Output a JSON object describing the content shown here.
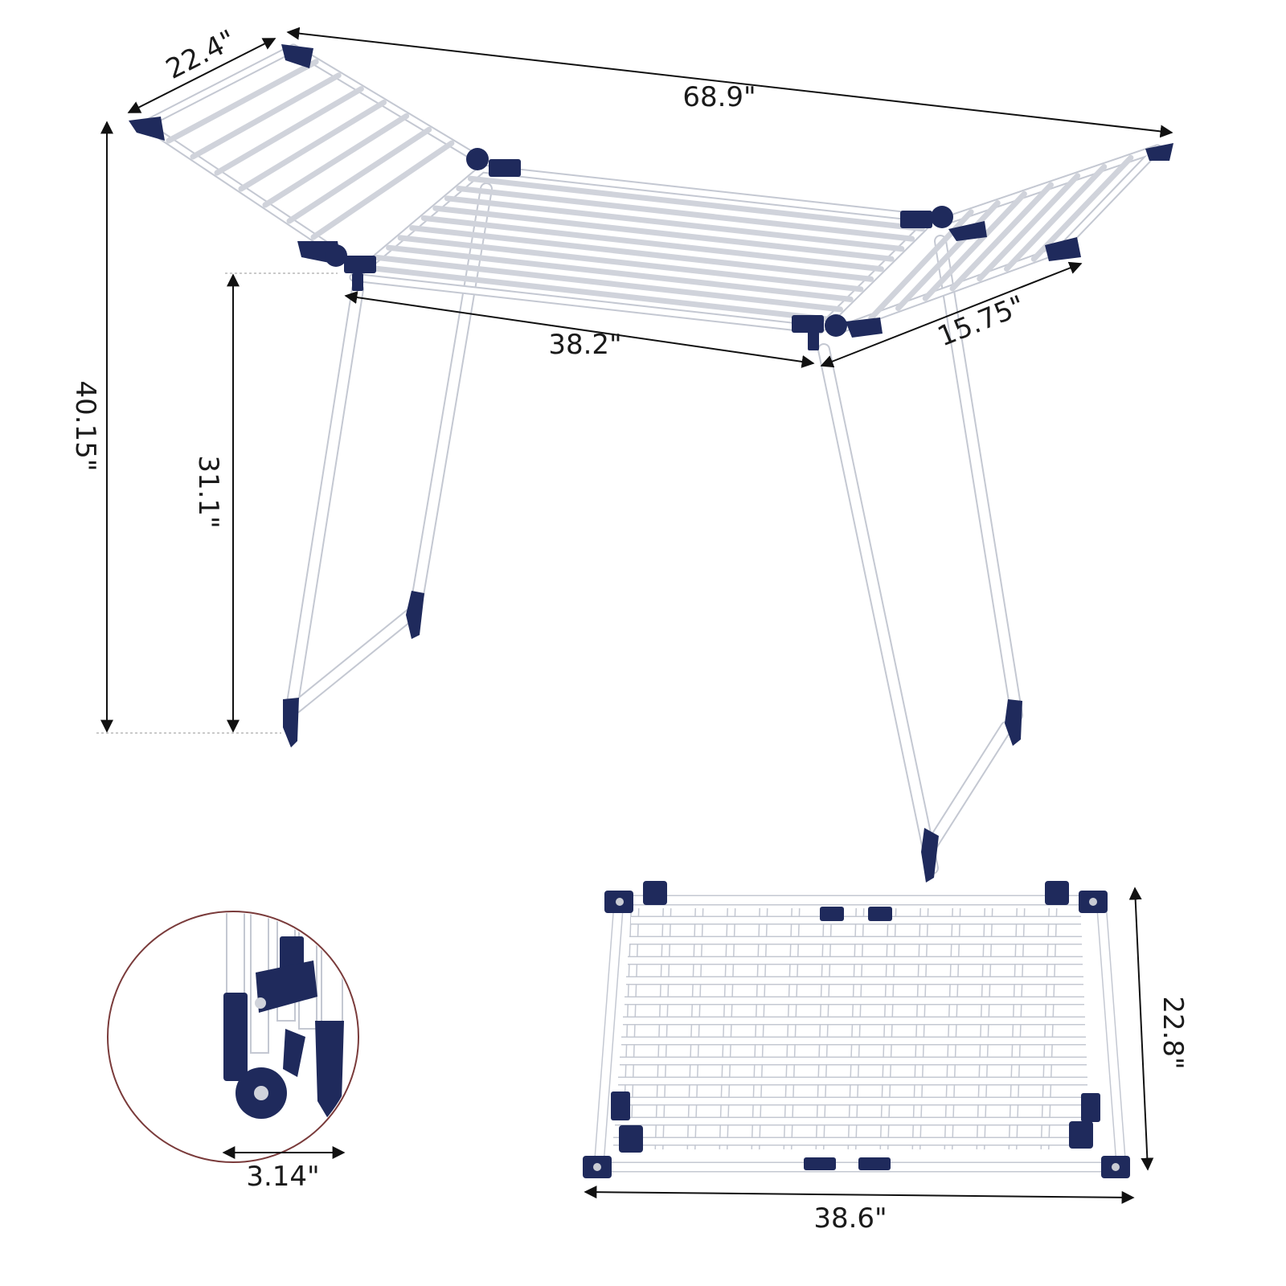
{
  "colors": {
    "frame": "#ffffff",
    "frame_outline": "#c4c8d2",
    "accent": "#1f2a5c",
    "dim_line": "#111111",
    "detail_circle": "#7a3b3b"
  },
  "dimensions": {
    "wing_depth": "22.4\"",
    "total_length": "68.9\"",
    "total_height": "40.15\"",
    "leg_height": "31.1\"",
    "center_length": "38.2\"",
    "wing_width": "15.75\"",
    "folded_thickness": "3.14\"",
    "folded_width": "22.8\"",
    "folded_length": "38.6\""
  }
}
